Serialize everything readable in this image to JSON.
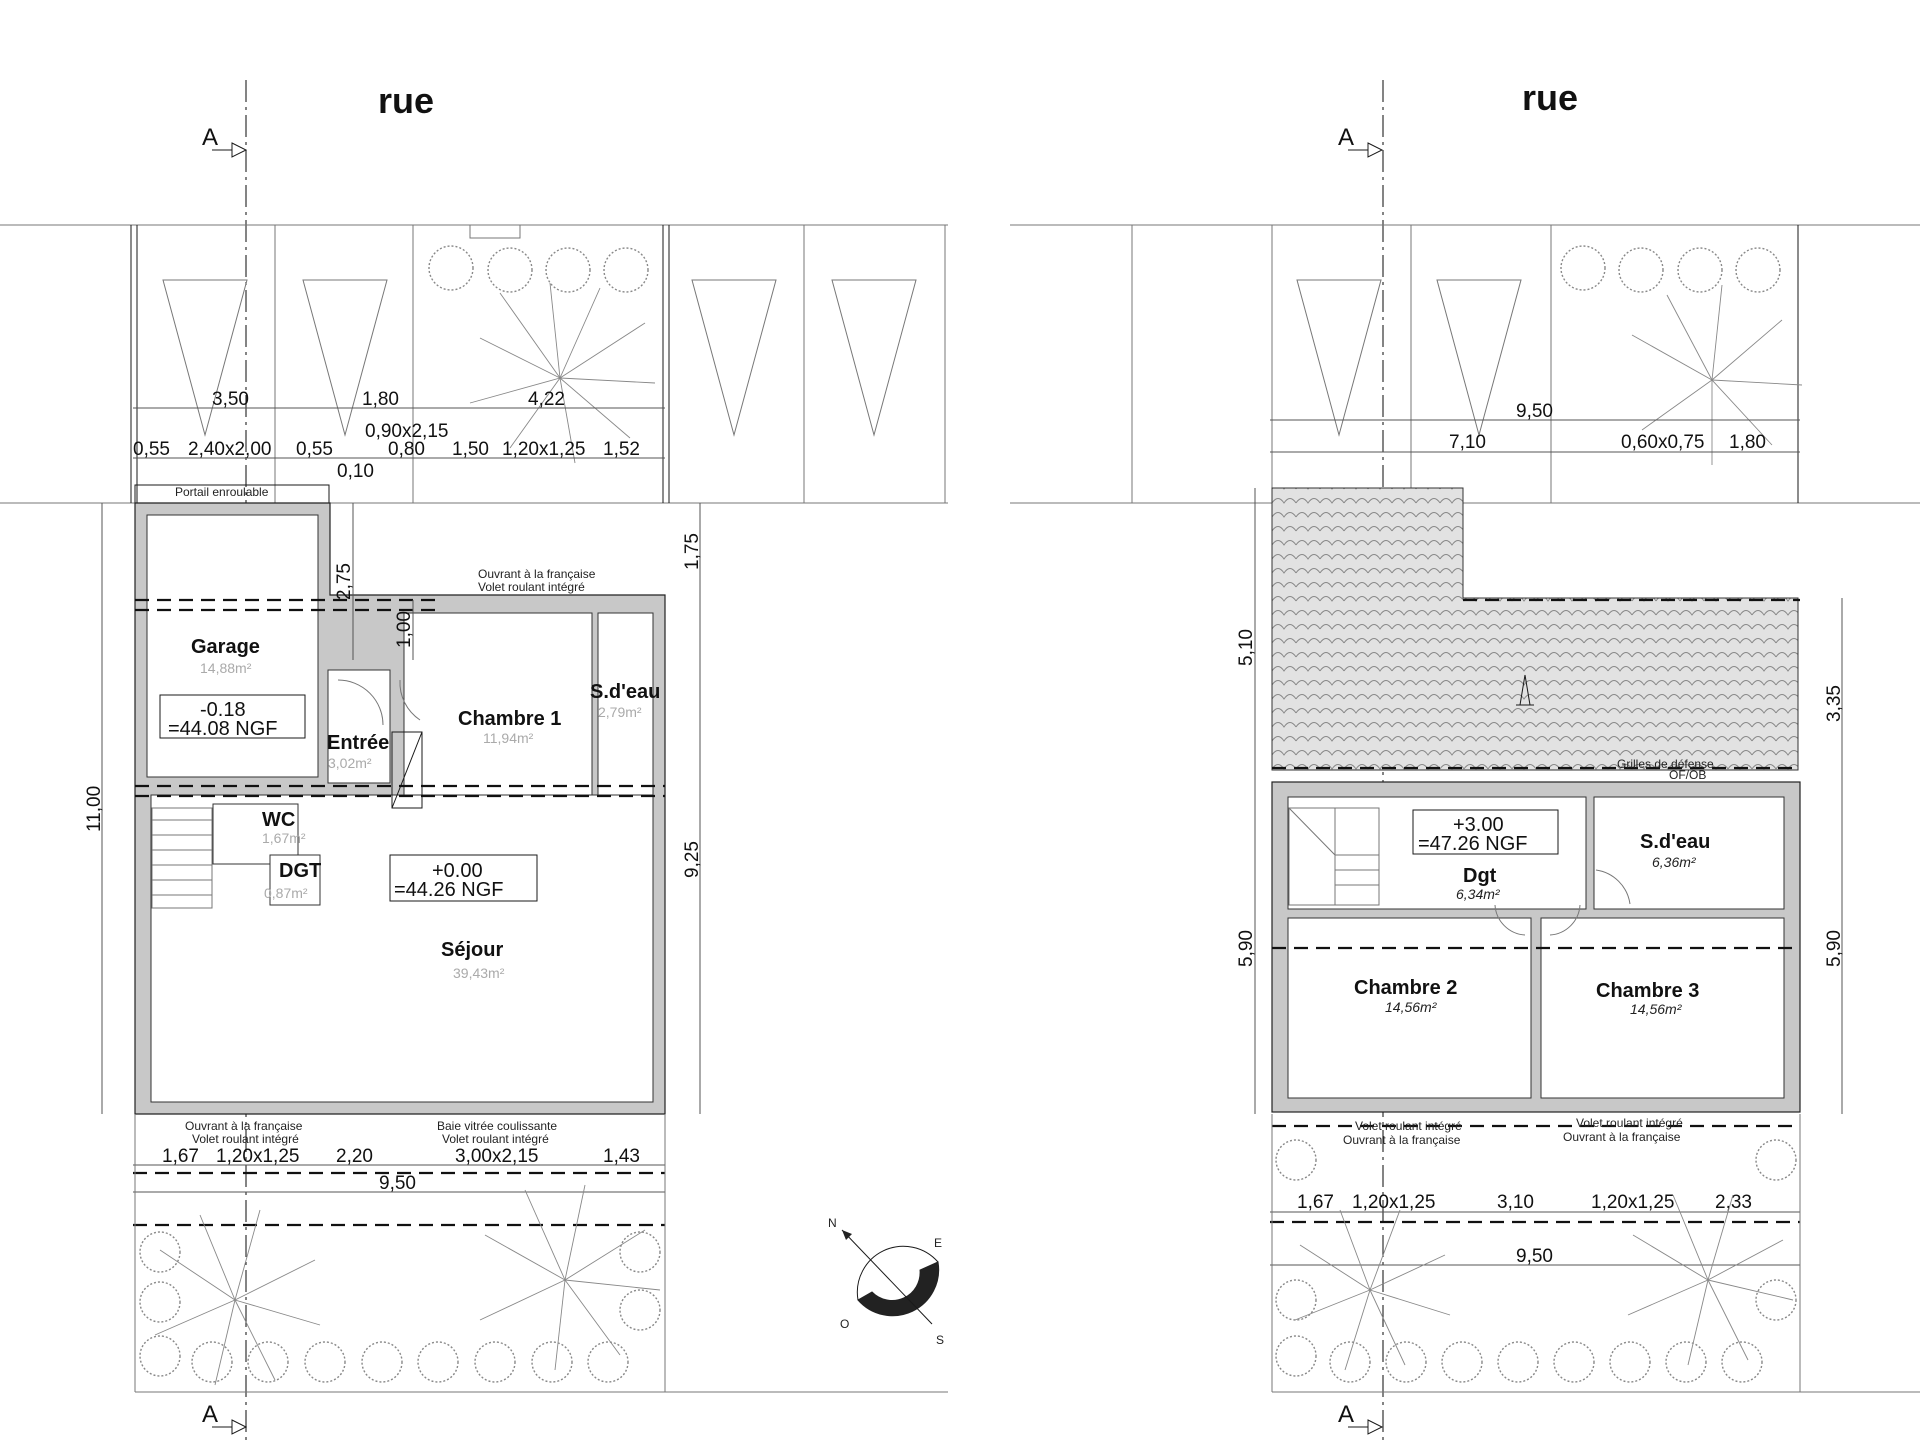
{
  "plan_left": {
    "street": "rue",
    "section_mark": "A",
    "dims_top": [
      "3,50",
      "1,80",
      "4,22"
    ],
    "dims_openings": [
      "0,55",
      "2,40x2,00",
      "0,55",
      "0,90x2,15",
      "0,80",
      "1,50",
      "1,20x1,25",
      "1,52"
    ],
    "dim_0_10": "0,10",
    "portail": "Portail enroulable",
    "ouvrant_note_1": "Ouvrant à la française",
    "ouvrant_note_2": "Volet roulant intégré",
    "dim_2_75": "2,75",
    "dim_1_00": "1,00",
    "dim_1_75": "1,75",
    "dim_11_00": "11,00",
    "dim_9_25": "9,25",
    "rooms": {
      "garage": {
        "name": "Garage",
        "area": "14,88m²"
      },
      "entree": {
        "name": "Entrée",
        "area": "3,02m²"
      },
      "chambre1": {
        "name": "Chambre 1",
        "area": "11,94m²"
      },
      "sdeau": {
        "name": "S.d'eau",
        "area": "2,79m²"
      },
      "wc": {
        "name": "WC",
        "area": "1,67m²"
      },
      "dgt": {
        "name": "DGT",
        "area": "0,87m²"
      },
      "sejour": {
        "name": "Séjour",
        "area": "39,43m²"
      }
    },
    "level_garage": [
      "-0.18",
      "=44.08 NGF"
    ],
    "level_main": [
      "+0.00",
      "=44.26 NGF"
    ],
    "bottom_note_1a": "Ouvrant à la française",
    "bottom_note_1b": "Volet roulant intégré",
    "bottom_note_2a": "Baie vitrée coulissante",
    "bottom_note_2b": "Volet roulant intégré",
    "dims_bottom": [
      "1,67",
      "1,20x1,25",
      "2,20",
      "3,00x2,15",
      "1,43"
    ],
    "dim_total": "9,50"
  },
  "plan_right": {
    "street": "rue",
    "section_mark": "A",
    "dim_total_top": "9,50",
    "dims_top": [
      "7,10",
      "0,60x0,75",
      "1,80"
    ],
    "dim_5_10": "5,10",
    "dim_3_35": "3,35",
    "dim_5_90_left": "5,90",
    "dim_5_90_right": "5,90",
    "grilles": [
      "Grilles de défense",
      "OF/OB"
    ],
    "level": [
      "+3.00",
      "=47.26 NGF"
    ],
    "rooms": {
      "dgt": {
        "name": "Dgt",
        "area": "6,34m²"
      },
      "sdeau": {
        "name": "S.d'eau",
        "area": "6,36m²"
      },
      "chambre2": {
        "name": "Chambre 2",
        "area": "14,56m²"
      },
      "chambre3": {
        "name": "Chambre 3",
        "area": "14,56m²"
      }
    },
    "bottom_note_1a": "Volet roulant intégré",
    "bottom_note_1b": "Ouvrant à la française",
    "bottom_note_2a": "Volet roulant intégré",
    "bottom_note_2b": "Ouvrant à la française",
    "dims_bottom": [
      "1,67",
      "1,20x1,25",
      "3,10",
      "1,20x1,25",
      "2,33"
    ],
    "dim_total": "9,50"
  },
  "compass": {
    "n": "N",
    "e": "E",
    "s": "S",
    "o": "O"
  }
}
